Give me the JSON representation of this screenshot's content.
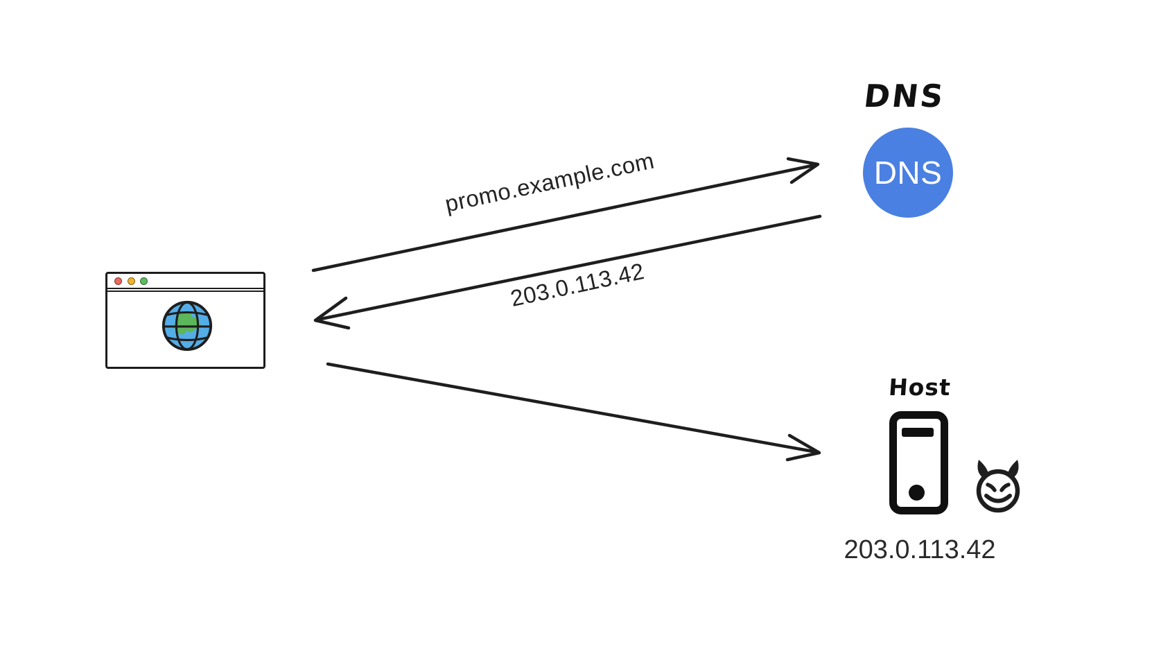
{
  "dns": {
    "title": "DNS",
    "badge": "DNS",
    "badge_color": "#4a80e1"
  },
  "host": {
    "title": "Host",
    "ip": "203.0.113.42"
  },
  "arrows": {
    "query": {
      "label": "promo.example.com"
    },
    "response": {
      "label": "203.0.113.42"
    }
  },
  "icons": {
    "browser": "browser-globe-icon",
    "dns_badge": "dns-circle-badge",
    "server": "server-tower-icon",
    "attacker": "devil-face-icon"
  },
  "colors": {
    "ink": "#1e1e1e",
    "globe_water": "#55ade7",
    "globe_land": "#5cb65a",
    "traffic_red": "#e9695e",
    "traffic_yellow": "#f0b32e",
    "traffic_green": "#5dbd61"
  }
}
